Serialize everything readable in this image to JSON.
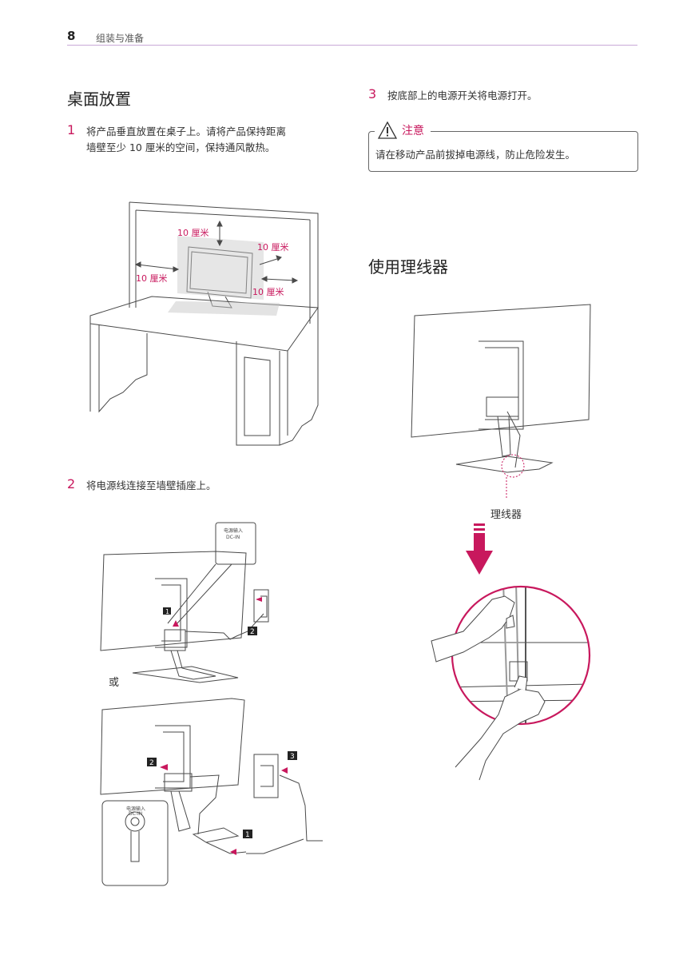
{
  "header": {
    "page_number": "8",
    "title": "组装与准备"
  },
  "left": {
    "heading": "桌面放置",
    "step1": {
      "num": "1",
      "line1": "将产品垂直放置在桌子上。请将产品保持距离",
      "line2": "墙壁至少 10 厘米的空间，保持通风散热。"
    },
    "clearance_labels": [
      "10 厘米",
      "10 厘米",
      "10 厘米",
      "10 厘米"
    ],
    "step2": {
      "num": "2",
      "text": "将电源线连接至墙壁插座上。"
    },
    "or_text": "或",
    "jack_label_top": "电源输入",
    "jack_label_bottom": "DC-IN",
    "callouts_a": [
      "1",
      "2"
    ],
    "callouts_b": [
      "2",
      "3",
      "1"
    ]
  },
  "right": {
    "step3": {
      "num": "3",
      "text": "按底部上的电源开关将电源打开。"
    },
    "caution": {
      "title": "注意",
      "text": "请在移动产品前拔掉电源线，防止危险发生。"
    },
    "heading": "使用理线器",
    "cable_holder_label": "理线器"
  },
  "colors": {
    "accent": "#c8185d",
    "header_rule": "#c9a9d8",
    "line_art": "#4a4a4a"
  }
}
